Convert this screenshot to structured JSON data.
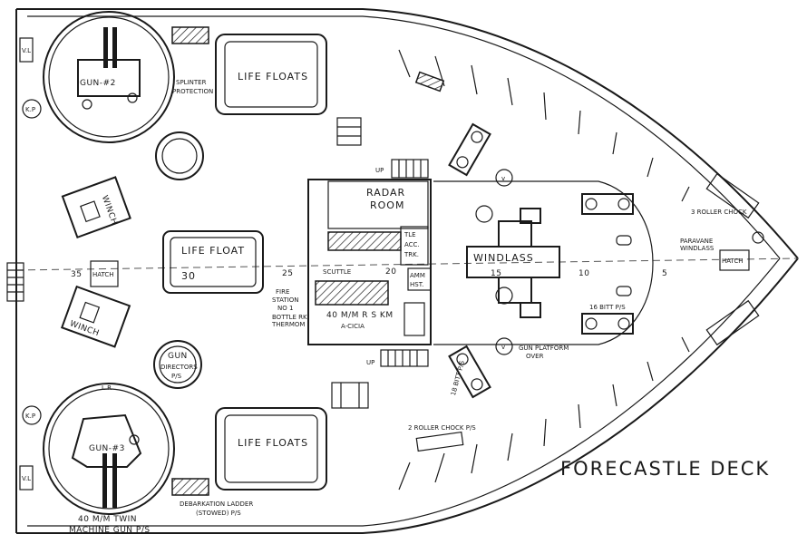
{
  "title": "FORECASTLE DECK",
  "labels": {
    "gun2": "GUN-#2",
    "gun3": "GUN-#3",
    "splinter1": "SPLINTER",
    "splinter2": "PROTECTION",
    "life_floats_top": "LIFE FLOATS",
    "life_floats_bottom": "LIFE FLOATS",
    "life_float_mid": "LIFE FLOAT",
    "life_float_mid_num": "30",
    "winch_top": "WINCH",
    "winch_bottom": "WINCH",
    "hatch_left": "HATCH",
    "hatch_right": "HATCH",
    "radar1": "RADAR",
    "radar2": "ROOM",
    "windlass": "WINDLASS",
    "acc1": "TLE",
    "acc2": "ACC.",
    "acc3": "TRK.",
    "amm1": "AMM",
    "amm2": "HST.",
    "scuttle": "SCUTTLE",
    "fire1": "FIRE",
    "fire2": "STATION",
    "fire3": "NO 1",
    "bottle1": "BOTTLE RK",
    "bottle2": "THERMOM",
    "rsk1": "40 M/M R S KM",
    "rsk2": "A-CICIA",
    "gun_dir1": "GUN",
    "gun_dir2": "DIRECTORS",
    "gun_dir3": "P/S",
    "kp_top": "K.P",
    "kp_bottom": "K.P",
    "vl_top": "V.L",
    "vl_bottom": "V.L",
    "lr": "L.R",
    "up_top": "UP",
    "up_bottom": "UP",
    "roller_chock_top": "3 ROLLER CHOCK",
    "paravane1": "PARAVANE",
    "paravane2": "WINDLASS",
    "bitts_right": "16 BITT P/S",
    "bitts_left": "18 BITT P/S",
    "gun_platform1": "GUN PLATFORM",
    "gun_platform2": "OVER",
    "roller_chock_bottom": "2 ROLLER CHOCK P/S",
    "debark1": "DEBARKATION LADDER",
    "debark2": "(STOWED)  P/S",
    "twin1": "40 M/M TWIN",
    "twin2": "MACHINE GUN P/S",
    "frames": [
      "35",
      "25",
      "20",
      "15",
      "10",
      "5"
    ]
  }
}
